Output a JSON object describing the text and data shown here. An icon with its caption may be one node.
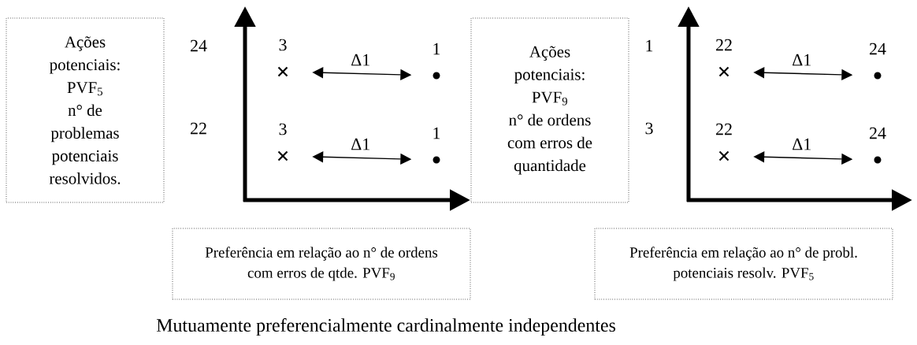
{
  "diagram": {
    "caption": "Mutuamente preferencialmente cardinalmente independentes",
    "nodes": [
      {
        "text": [
          "Ações potenciais: PVF$_{5}$",
          "n° de problemas potenciais resolvidos."
        ]
      },
      {
        "text": [
          "Ações potenciais: PVF$_{9}$",
          "n° de ordens com erros de quantidade"
        ]
      },
      {
        "text": [
          "Preferência em relação ao n° de ordens com erros de qtde. PVF$_{9}$"
        ]
      },
      {
        "text": [
          "Preferência em relação ao n° de probl. potenciais resolv. PVF$_{5}$"
        ]
      },
      {
        "text": [],
        "shape": "cross",
        "beside": [
          "3"
        ]
      },
      {
        "text": [],
        "shape": "circle",
        "beside": [
          "1"
        ]
      },
      {
        "text": [],
        "shape": "cross",
        "beside": [
          "3"
        ]
      },
      {
        "text": [],
        "shape": "circle",
        "beside": [
          "1"
        ]
      },
      {
        "text": [],
        "shape": "cross",
        "beside": [
          "22"
        ]
      },
      {
        "text": [],
        "shape": "circle",
        "beside": [
          "24"
        ]
      },
      {
        "text": [],
        "shape": "cross",
        "beside": [
          "22"
        ]
      },
      {
        "text": [],
        "shape": "circle",
        "beside": [
          "24"
        ]
      }
    ],
    "edges": [
      {
        "from": 4,
        "to": 5,
        "arrow": "both",
        "label": "Δ1"
      },
      {
        "from": 6,
        "to": 7,
        "arrow": "both",
        "label": "Δ1"
      },
      {
        "from": 8,
        "to": 9,
        "arrow": "both",
        "label": "Δ1"
      },
      {
        "from": 10,
        "to": 11,
        "arrow": "both",
        "label": "Δ1"
      }
    ],
    "labels": [
      "24",
      "22",
      "1",
      "3"
    ]
  }
}
